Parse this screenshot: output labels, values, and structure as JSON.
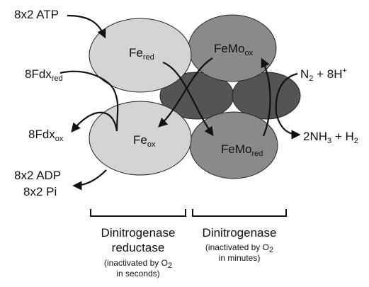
{
  "inputs": {
    "atp": "8x2 ATP",
    "fdx_red_base": "8Fdx",
    "fdx_red_sub": "red",
    "fdx_ox_base": "8Fdx",
    "fdx_ox_sub": "ox",
    "adp": "8x2 ADP",
    "pi": "8x2 Pi"
  },
  "states": {
    "fe_red_base": "Fe",
    "fe_red_sub": "red",
    "fe_ox_base": "Fe",
    "fe_ox_sub": "ox",
    "femo_ox_base": "FeMo",
    "femo_ox_sub": "ox",
    "femo_red_base": "FeMo",
    "femo_red_sub": "red"
  },
  "substrates": {
    "n2_base": "N",
    "n2_sub": "2",
    "n2_rest": " + 8H",
    "n2_sup": "+"
  },
  "products": {
    "nh3_a": "2NH",
    "nh3_sub": "3",
    "nh3_b": " + H",
    "h2_sub": "2"
  },
  "labels": {
    "reductase_line1": "Dinitrogenase",
    "reductase_line2": "reductase",
    "reductase_note1_a": "(inactivated by O",
    "reductase_note1_sub": "2",
    "reductase_note2": "in seconds)",
    "dinitrogenase_line1": "Dinitrogenase",
    "dinitrogenase_note1_a": "(inactivated by O",
    "dinitrogenase_note1_sub": "2",
    "dinitrogenase_note2": "in minutes)"
  },
  "colors": {
    "reductase": "#d4d4d4",
    "dinitrogenase": "#8a8a8a",
    "core": "#545454",
    "outline": "#222222"
  }
}
